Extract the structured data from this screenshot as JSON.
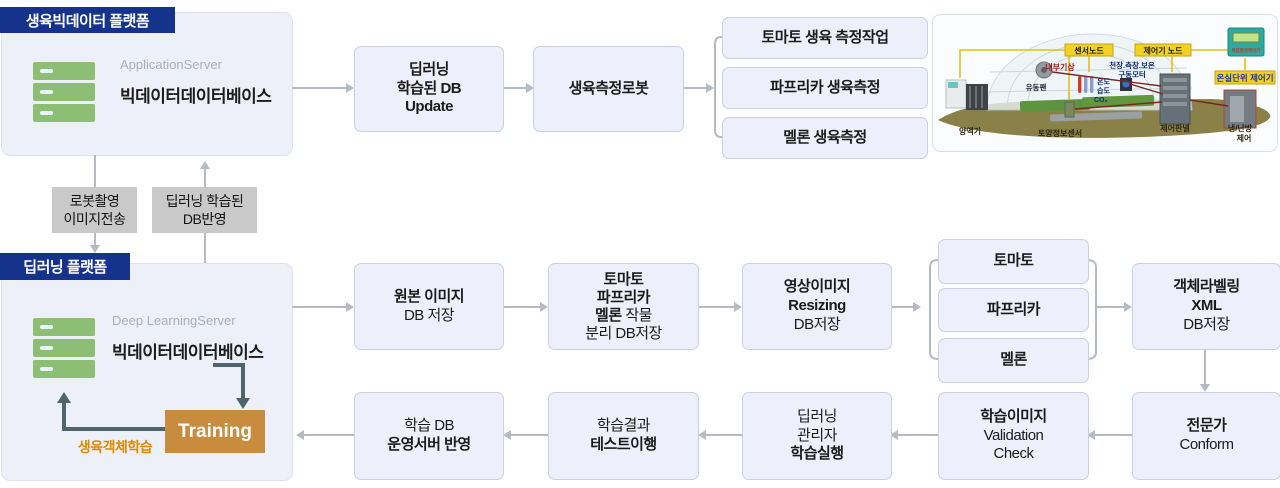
{
  "platform_top": {
    "header": "생육빅데이터 플랫폼",
    "server_label": {
      "lines": [
        {
          "t": "Application",
          "b": false
        },
        {
          "t": "Server",
          "b": false
        }
      ]
    },
    "server_name": {
      "lines": [
        {
          "t": "빅데이터",
          "b": true
        },
        {
          "t": "데이터베이스",
          "b": true
        }
      ]
    }
  },
  "platform_bottom": {
    "header": "딥러닝 플랫폼",
    "server_label": {
      "lines": [
        {
          "t": "Deep Learning",
          "b": false
        },
        {
          "t": "Server",
          "b": false
        }
      ]
    },
    "server_name": {
      "lines": [
        {
          "t": "빅데이터",
          "b": true
        },
        {
          "t": "데이터베이스",
          "b": true
        }
      ]
    },
    "training": "Training",
    "training_note": "생육객체학습"
  },
  "transfer_labels": {
    "robot_transfer": {
      "lines": [
        {
          "t": "로봇촬영",
          "b": false
        },
        {
          "t": "이미지전송",
          "b": false
        }
      ]
    },
    "db_reflect": {
      "lines": [
        {
          "t": "딥러닝 학습된",
          "b": false
        },
        {
          "t": "DB반영",
          "b": false
        }
      ]
    }
  },
  "boxes": {
    "db_update": {
      "lines": [
        {
          "t": "딥러닝",
          "b": true
        },
        {
          "t": "학습된 DB",
          "b": true
        },
        {
          "t": "Update",
          "b": true
        }
      ]
    },
    "robot": {
      "lines": [
        {
          "t": "생육측정로봇",
          "b": true
        }
      ]
    },
    "measure_tomato": {
      "lines": [
        {
          "t": "토마토 생육 측정작업",
          "b": true
        }
      ]
    },
    "measure_paprika": {
      "lines": [
        {
          "t": "파프리카 생육측정",
          "b": true
        }
      ]
    },
    "measure_melon": {
      "lines": [
        {
          "t": "멜론 생육측정",
          "b": true
        }
      ]
    },
    "original_image": {
      "lines": [
        {
          "t": "원본 이미지",
          "b": true
        },
        {
          "t": "DB 저장",
          "b": false
        }
      ]
    },
    "crop_split": {
      "lines": [
        {
          "t": "토마토",
          "b": true
        },
        {
          "t": "파프리카",
          "b": true
        },
        {
          "seg": [
            {
              "t": "멜론 ",
              "b": true
            },
            {
              "t": "작물",
              "b": false
            }
          ]
        },
        {
          "t": "분리 DB저장",
          "b": false
        }
      ]
    },
    "resizing": {
      "lines": [
        {
          "t": "영상이미지",
          "b": true
        },
        {
          "t": "Resizing",
          "b": true
        },
        {
          "t": "DB저장",
          "b": false
        }
      ]
    },
    "crop_tomato": {
      "lines": [
        {
          "t": "토마토",
          "b": true
        }
      ]
    },
    "crop_paprika": {
      "lines": [
        {
          "t": "파프리카",
          "b": true
        }
      ]
    },
    "crop_melon": {
      "lines": [
        {
          "t": "멜론",
          "b": true
        }
      ]
    },
    "labeling": {
      "lines": [
        {
          "t": "객체라벨링",
          "b": true
        },
        {
          "t": "XML",
          "b": true
        },
        {
          "t": "DB저장",
          "b": false
        }
      ]
    },
    "expert": {
      "lines": [
        {
          "t": "전문가",
          "b": true
        },
        {
          "t": "Conform",
          "b": false
        }
      ]
    },
    "validation": {
      "lines": [
        {
          "t": "학습이미지",
          "b": true
        },
        {
          "t": "Validation",
          "b": false
        },
        {
          "t": "Check",
          "b": false
        }
      ]
    },
    "train_exec": {
      "lines": [
        {
          "t": "딥러닝",
          "b": false
        },
        {
          "t": "관리자",
          "b": false
        },
        {
          "t": "학습실행",
          "b": true
        }
      ]
    },
    "test_result": {
      "lines": [
        {
          "t": "학습결과",
          "b": false
        },
        {
          "t": "테스트이행",
          "b": true
        }
      ]
    },
    "deploy": {
      "lines": [
        {
          "t": "학습 DB",
          "b": false
        },
        {
          "t": "운영서버 반영",
          "b": true
        }
      ]
    }
  },
  "greenhouse": {
    "sensor_node": "센서노드",
    "controller_node": "제어기 노드",
    "unit_controller": "온실단위 제어기",
    "device_label": "복합환경제어기",
    "inner_weather": "내부기상",
    "motor_line1": "천장.측창.보온",
    "motor_line2": "구동모터",
    "temp": "온도",
    "humidity": "습도",
    "co2": "CO₂",
    "fan": "유동팬",
    "nutrient": "양액기",
    "soil_sensor": "토양정보센서",
    "control_panel": "제어판넬",
    "hvac_line1": "냉/난방",
    "hvac_line2": "제어"
  },
  "colors": {
    "header_blue": "#16338C",
    "panel_fill": "#EEF0F9",
    "box_fill": "#EDF0FA",
    "box_border": "#C9CFE4",
    "gray_box": "#C9C9C9",
    "arrow_gray": "#B6BAC2",
    "arrow_dark": "#50646B",
    "training_orange": "#C98B3D",
    "note_orange": "#E08900",
    "server_green": "#8CBE73",
    "label_yellow": "#F2D024"
  }
}
